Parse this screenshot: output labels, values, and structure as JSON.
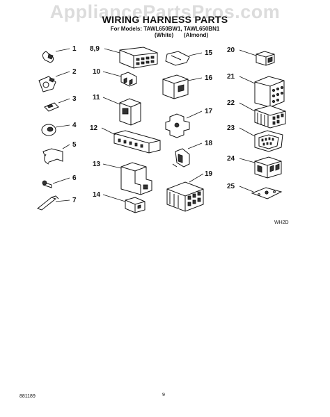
{
  "watermark": "AppliancePartsPros.com",
  "header": {
    "title": "WIRING HARNESS PARTS",
    "models": "For Models: TAWL650BW1, TAWL650BN1",
    "variant_white": "(White)",
    "variant_almond": "(Almond)"
  },
  "parts": [
    {
      "label": "1"
    },
    {
      "label": "2"
    },
    {
      "label": "3"
    },
    {
      "label": "4"
    },
    {
      "label": "5"
    },
    {
      "label": "6"
    },
    {
      "label": "7"
    },
    {
      "label": "8,9"
    },
    {
      "label": "10"
    },
    {
      "label": "11"
    },
    {
      "label": "12"
    },
    {
      "label": "13"
    },
    {
      "label": "14"
    },
    {
      "label": "15"
    },
    {
      "label": "16"
    },
    {
      "label": "17"
    },
    {
      "label": "18"
    },
    {
      "label": "19"
    },
    {
      "label": "20"
    },
    {
      "label": "21"
    },
    {
      "label": "22"
    },
    {
      "label": "23"
    },
    {
      "label": "24"
    },
    {
      "label": "25"
    }
  ],
  "diagram_code": "WH2D",
  "footer": {
    "doc_number": "881189",
    "page": "9"
  }
}
